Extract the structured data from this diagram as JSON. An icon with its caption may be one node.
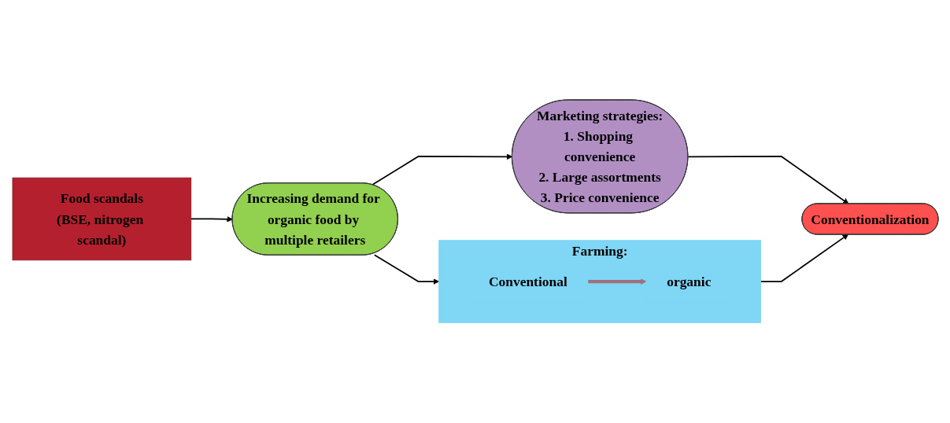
{
  "diagram": {
    "nodes": [
      {
        "text": [
          "Food scandals",
          "(BSE, nitrogen scandal)"
        ]
      },
      {
        "text": [
          "Farming:"
        ]
      },
      {
        "text": [
          "Conventional"
        ],
        "in": 1
      },
      {
        "text": [
          "organic"
        ],
        "in": 1
      },
      {
        "text": [
          "Increasing demand for organic food by multiple retailers"
        ]
      },
      {
        "text": [
          "Marketing strategies:",
          "1. Shopping convenience",
          "2. Large assortments",
          "3. Price convenience"
        ]
      },
      {
        "text": [
          "Conventionalization"
        ]
      }
    ],
    "edges": [
      {
        "from": 0,
        "to": 4,
        "arrow": "to"
      },
      {
        "from": 4,
        "to": 1,
        "arrow": "to"
      },
      {
        "from": 1,
        "to": 6,
        "arrow": "to"
      },
      {
        "from": 4,
        "to": 5,
        "arrow": "to"
      },
      {
        "from": 5,
        "to": 6,
        "arrow": "to"
      },
      {
        "from": 2,
        "to": 3,
        "arrow": "to",
        "style": "thick",
        "color": "#a0707c"
      }
    ]
  }
}
